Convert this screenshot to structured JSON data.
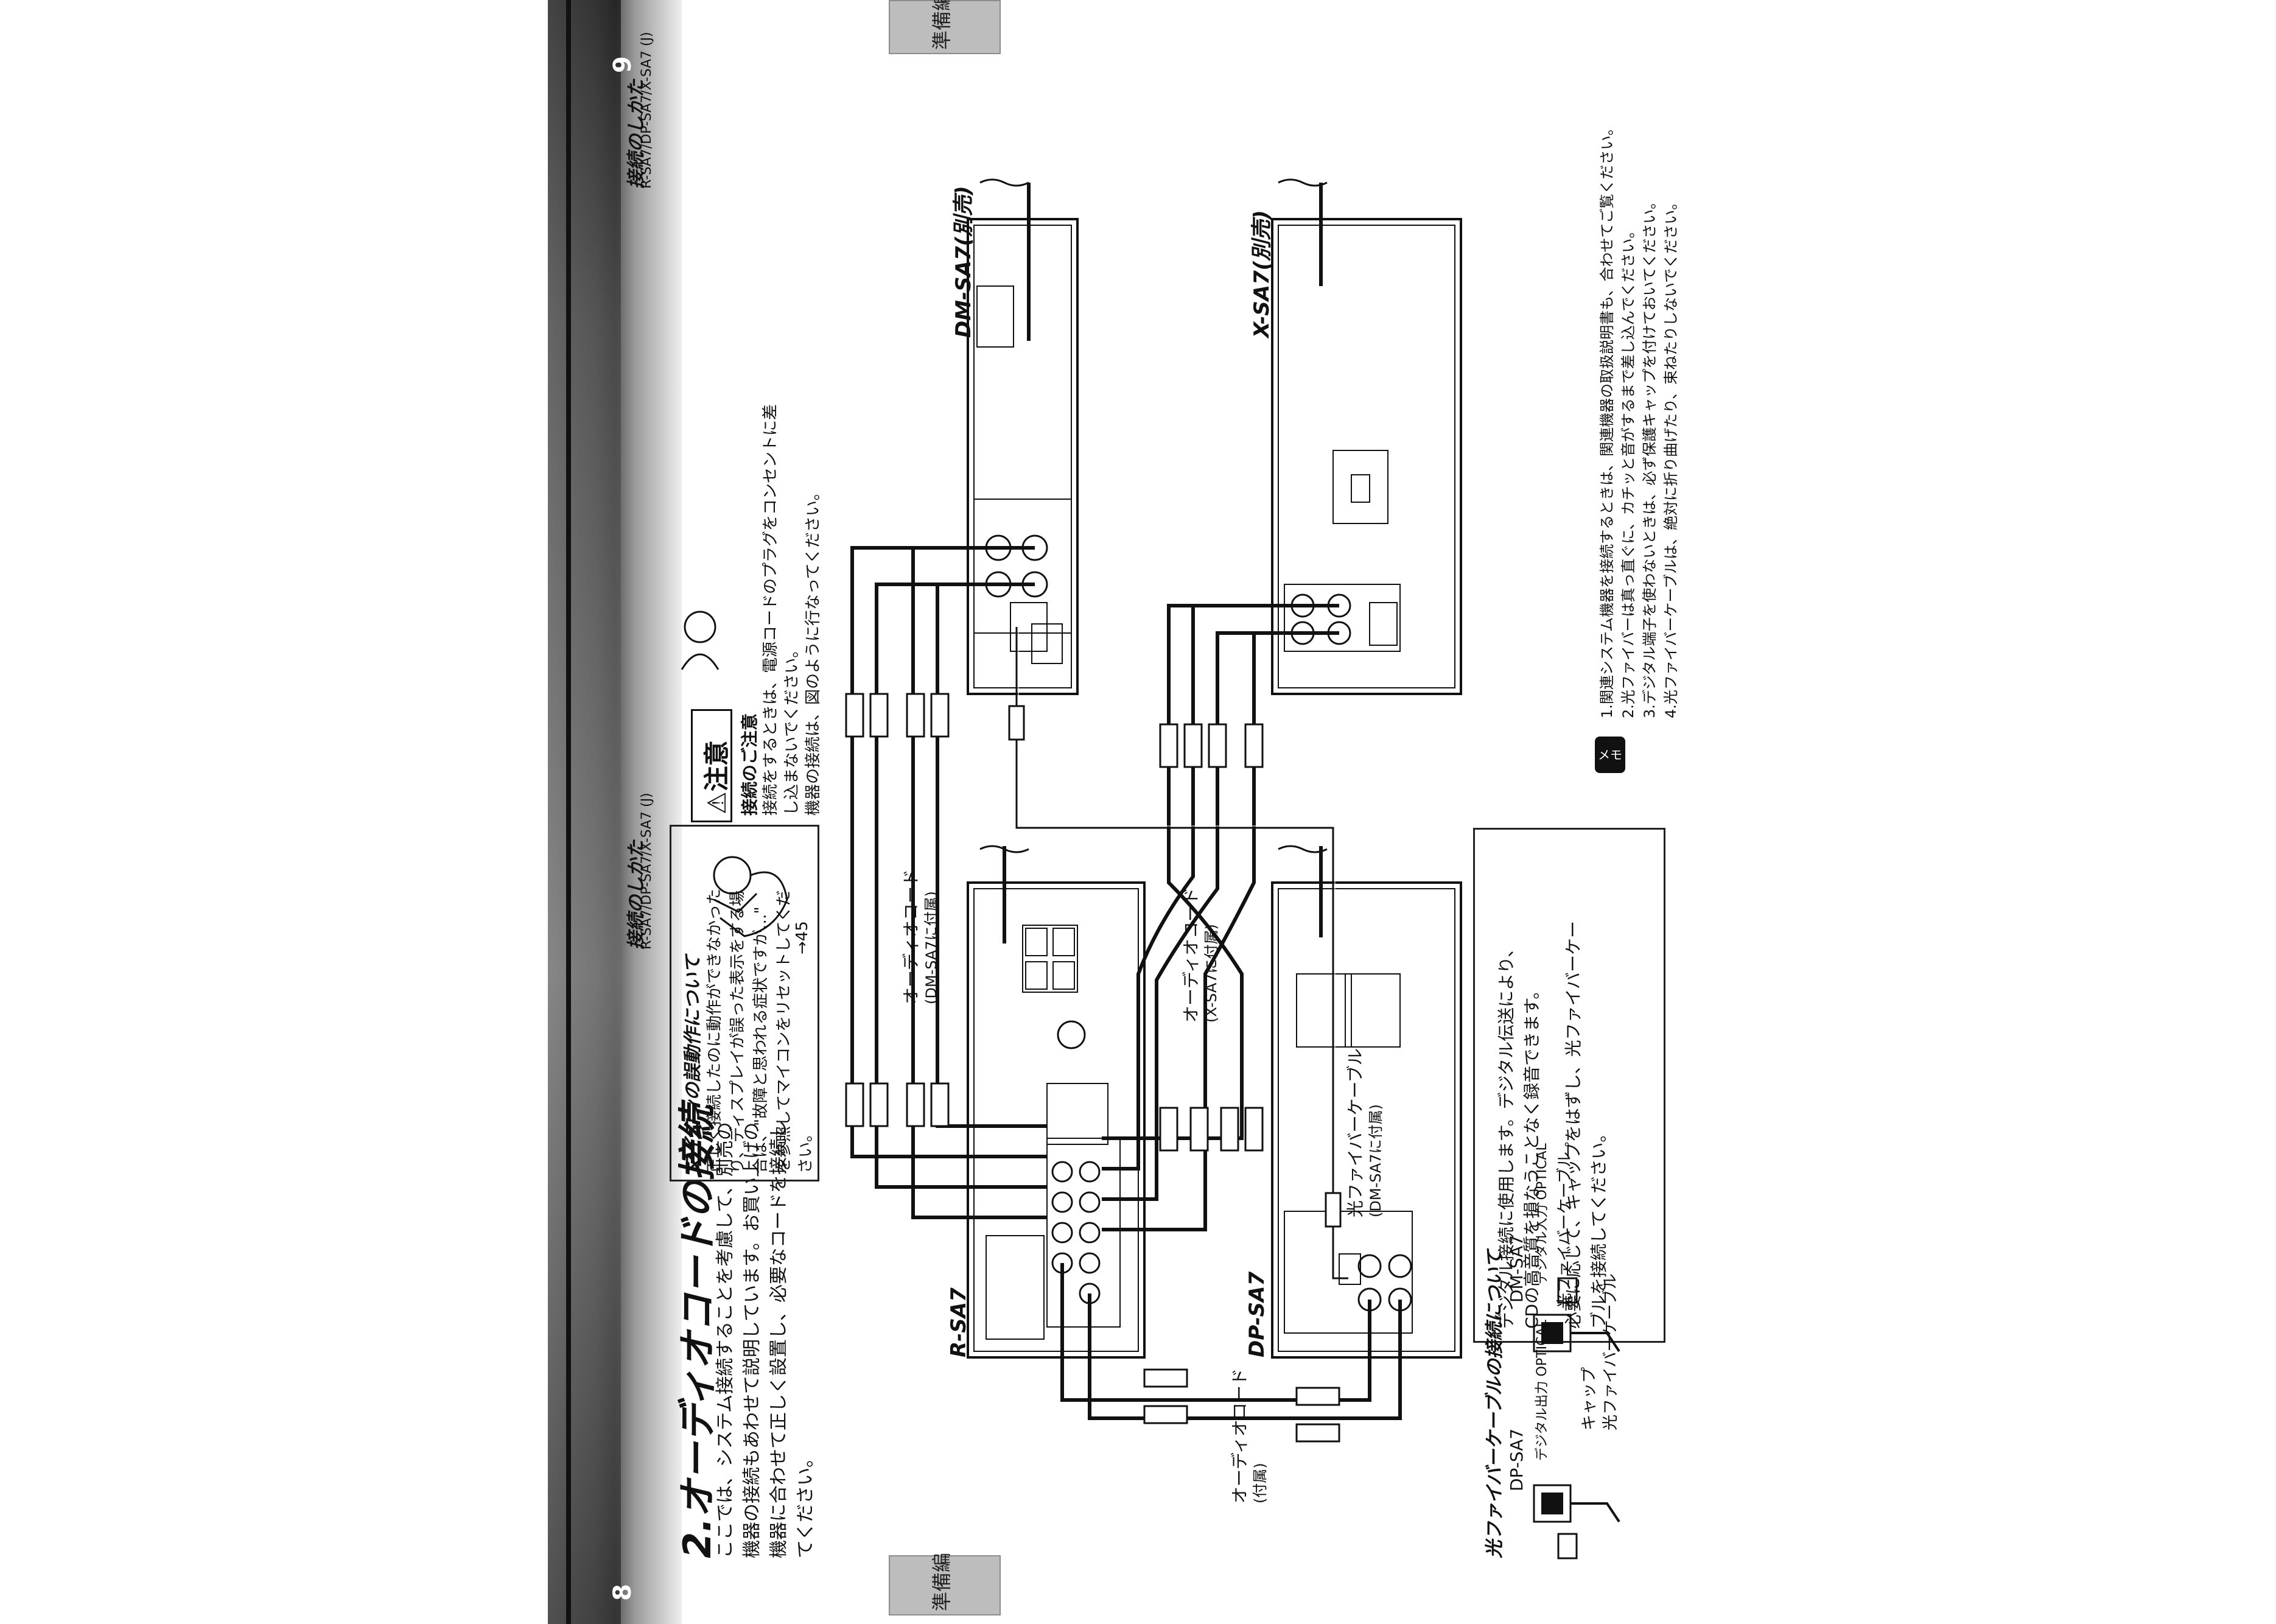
{
  "page": {
    "left_page_number": "8",
    "right_page_number": "9",
    "top_tab": "準備編",
    "bottom_tab": "準備編",
    "left_header": "接続のしかた",
    "left_header_model": "R-SA7/DP-SA7/X-SA7 (J)",
    "right_header": "接続のしかた",
    "right_header_model": "R-SA7/DP-SA7/X-SA7 (J)"
  },
  "section": {
    "title": "2.オーディオコードの接続",
    "intro": [
      "ここでは、システム接続することを考慮して、別売の",
      "機器の接続もあわせて説明しています。お買い上げの",
      "機器に合わせて正しく設置し、必要なコードを接続し",
      "てください。"
    ]
  },
  "microcon_box": {
    "title": "マイコンの誤動作について",
    "lines": [
      "正しく接続したのに動作ができなかった",
      "り、ディスプレイが誤った表示をする場",
      "合は、\"故障と思われる症状ですが…\"",
      "を参照してマイコンをリセットしてくだ",
      "さい。"
    ],
    "ref": "→45"
  },
  "caution": {
    "heading": "注意",
    "sub": "接続のご注意",
    "lines": [
      "接続をするときは、電源コードのプラグをコンセントに差",
      "し込まないでください。",
      "機器の接続は、図のように行なってください。"
    ]
  },
  "devices": {
    "r_sa7": "R-SA7",
    "dp_sa7": "DP-SA7",
    "dm_sa7": "DM-SA7(別売)",
    "x_sa7": "X-SA7(別売)"
  },
  "cables": {
    "audio_cord_dm": "オーディオコード",
    "audio_cord_dm_note": "(DM-SA7に付属)",
    "audio_cord_x": "オーディオコード",
    "audio_cord_x_note": "(X-SA7に付属)",
    "audio_cord_included": "オーディオコード",
    "audio_cord_included_note": "(付属)",
    "optical_cable": "光ファイバーケーブル",
    "optical_cable_note": "(DM-SA7に付属)",
    "optical_label": "デジタル入力 OPTICAL"
  },
  "optical_box": {
    "lines": [
      "デジタル接続に使用します。デジタル伝送により、",
      "CDの高音質を損なうことなく録音できます。",
      "必要に応じて、キャップをはずし、光ファイバーケー",
      "ブルを接続してください。"
    ]
  },
  "optical_section": {
    "title": "光ファイバーケーブルの接続について",
    "dp": "DP-SA7",
    "dm": "DM-SA7",
    "cap": "キャップ",
    "cable": "光ファイバーケーブル",
    "dp_port": "デジタル出力 OPTICAL",
    "dm_port": "デジタル入力 OPTICAL"
  },
  "memo": {
    "icon": "メモ",
    "items": [
      "1.関連システム機器を接続するときは、関連機器の取扱説明書も、合わせてご覧ください。",
      "2.光ファイバーは真っ直ぐに、カチッと音がするまで差し込んでください。",
      "3.デジタル端子を使わないときは、必ず保護キャップを付けておいてください。",
      "4.光ファイバーケーブルは、絶対に折り曲げたり、束ねたりしないでください。"
    ]
  }
}
